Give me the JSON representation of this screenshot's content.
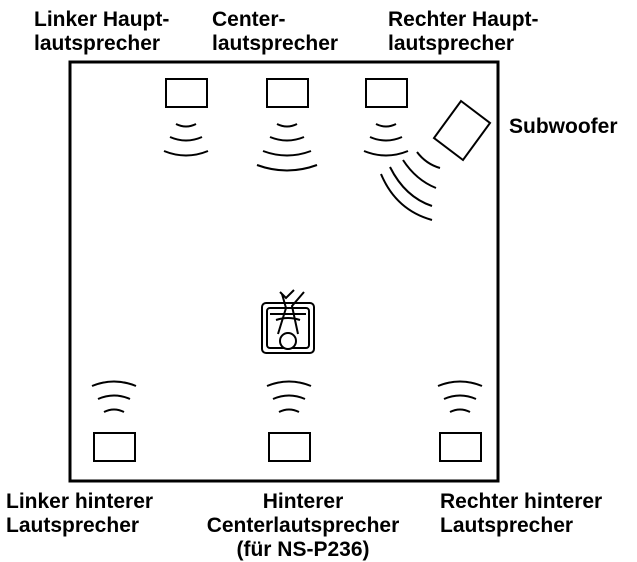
{
  "labels": {
    "front_left": [
      "Linker Haupt-",
      "lautsprecher"
    ],
    "center": [
      "Center-",
      "lautsprecher"
    ],
    "front_right": [
      "Rechter Haupt-",
      "lautsprecher"
    ],
    "subwoofer": "Subwoofer",
    "rear_left": [
      "Linker hinterer",
      "Lautsprecher"
    ],
    "rear_center": [
      "Hinterer",
      "Centerlautsprecher",
      "(für NS-P236)"
    ],
    "rear_right": [
      "Rechter hinterer",
      "Lautsprecher"
    ]
  },
  "colors": {
    "stroke": "#000000",
    "background": "#ffffff"
  }
}
